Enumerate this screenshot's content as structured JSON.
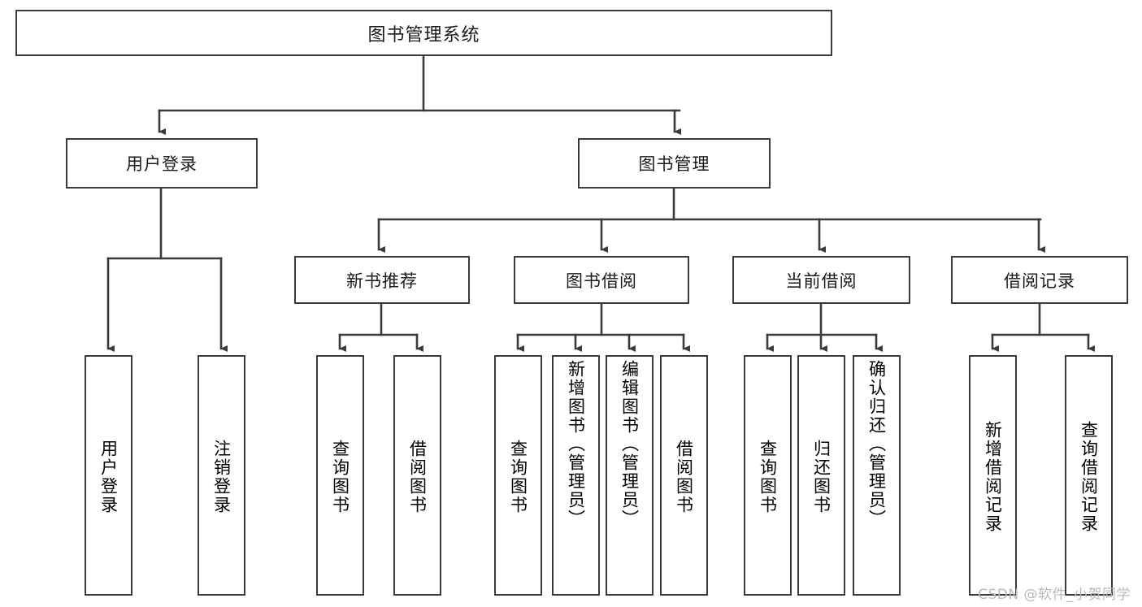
{
  "diagram": {
    "type": "tree-hierarchy",
    "orientation": "top-down",
    "root": {
      "label": "图书管理系统"
    },
    "level2": [
      {
        "label": "用户登录"
      },
      {
        "label": "图书管理"
      }
    ],
    "level3": [
      {
        "label": "新书推荐"
      },
      {
        "label": "图书借阅"
      },
      {
        "label": "当前借阅"
      },
      {
        "label": "借阅记录"
      }
    ],
    "leaves": {
      "user_login": [
        {
          "label": "用户登录"
        },
        {
          "label": "注销登录"
        }
      ],
      "new_book_recommend": [
        {
          "label": "查询图书"
        },
        {
          "label": "借阅图书"
        }
      ],
      "book_borrow": [
        {
          "label": "查询图书"
        },
        {
          "label": "新增图书（管理员）"
        },
        {
          "label": "编辑图书（管理员）"
        },
        {
          "label": "借阅图书"
        }
      ],
      "current_borrow": [
        {
          "label": "查询图书"
        },
        {
          "label": "归还图书"
        },
        {
          "label": "确认归还（管理员）"
        }
      ],
      "borrow_record": [
        {
          "label": "新增借阅记录"
        },
        {
          "label": "查询借阅记录"
        }
      ]
    }
  },
  "watermark": {
    "text": "CSDN @软件_小贺同学"
  },
  "colors": {
    "border": "#3b3b3b",
    "text": "#1a1a1a",
    "connector": "#3b3b3b",
    "background": "#ffffff",
    "watermark": "#b9b9b9"
  }
}
